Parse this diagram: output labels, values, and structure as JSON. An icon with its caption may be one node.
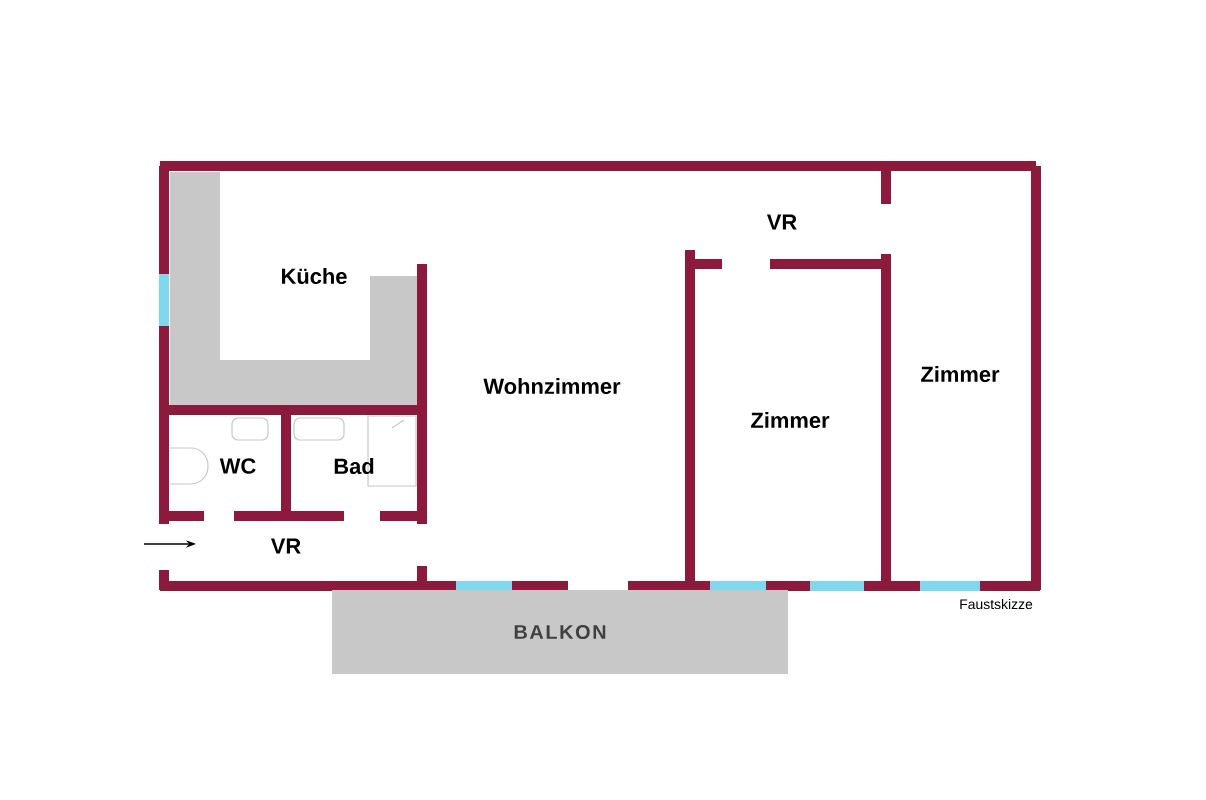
{
  "diagram": {
    "nodes": [
      {
        "text": [
          "BALKON"
        ]
      }
    ],
    "labels": [
      "VR",
      "Küche",
      "Zimmer",
      "Wohnzimmer",
      "Zimmer",
      "WC",
      "Bad",
      "VR",
      "Faustskizze"
    ]
  }
}
